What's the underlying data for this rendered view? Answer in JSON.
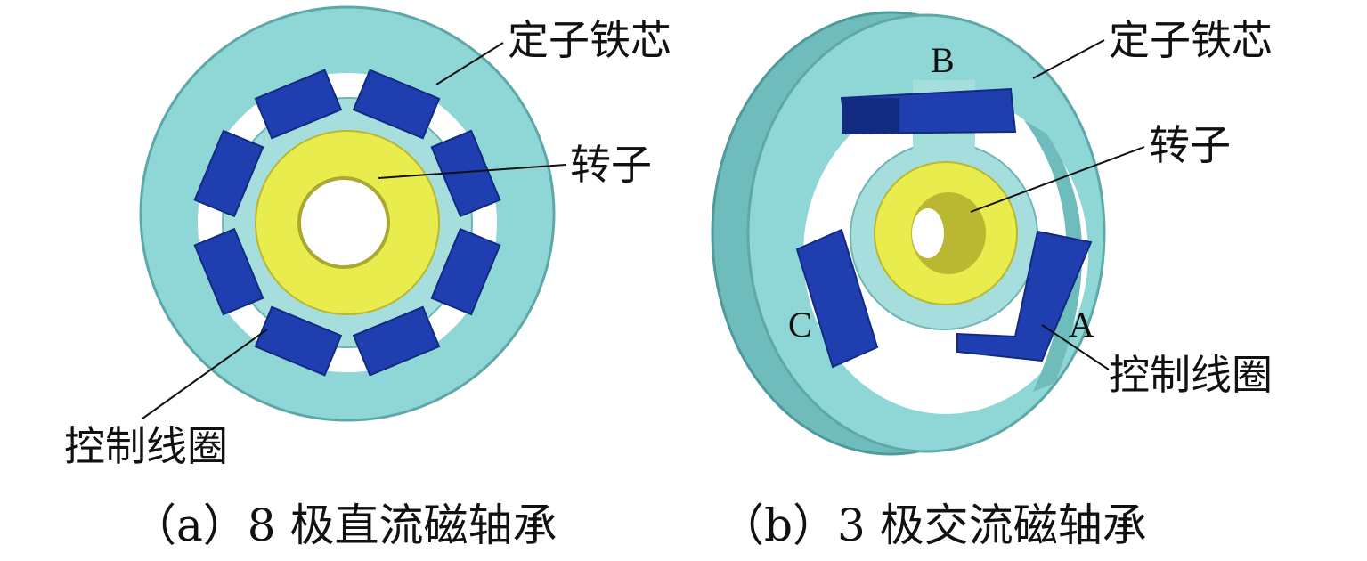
{
  "colors": {
    "stator": "#8fd6d6",
    "stator_edge": "#5fa8a8",
    "coil": "#1f3fb0",
    "coil_dark": "#122a80",
    "rotor": "#e8ec4c",
    "rotor_dark": "#b9b830"
  },
  "figure_a": {
    "stator_label": "定子铁芯",
    "rotor_label": "转子",
    "coil_label": "控制线圈",
    "caption": "（a）8 极直流磁轴承"
  },
  "figure_b": {
    "stator_label": "定子铁芯",
    "rotor_label": "转子",
    "coil_label": "控制线圈",
    "pole_labels": [
      "A",
      "B",
      "C"
    ],
    "caption": "（b）3 极交流磁轴承"
  }
}
